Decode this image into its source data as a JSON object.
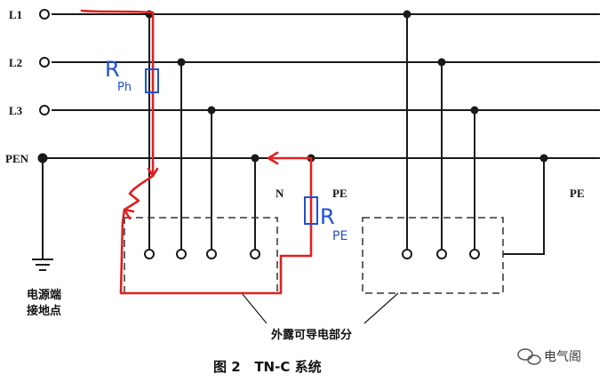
{
  "lines": [
    "L1",
    "L2",
    "L3",
    "PEN"
  ],
  "labels": {
    "N": "N",
    "PE_left": "PE",
    "PE_right": "PE",
    "source_ground_line1": "电源端",
    "source_ground_line2": "接地点",
    "exposed_parts": "外露可导电部分"
  },
  "caption": "图 2   TN-C 系统",
  "annotations": {
    "r_ph_main": "R",
    "r_ph_sub": "Ph",
    "r_pe_main": "R",
    "r_pe_sub": "PE"
  },
  "watermark": "电气阁",
  "colors": {
    "wire": "#1a1a1a",
    "fault_path": "#e02020",
    "resistor": "#1f4fd6",
    "box_dash": "#333333"
  }
}
